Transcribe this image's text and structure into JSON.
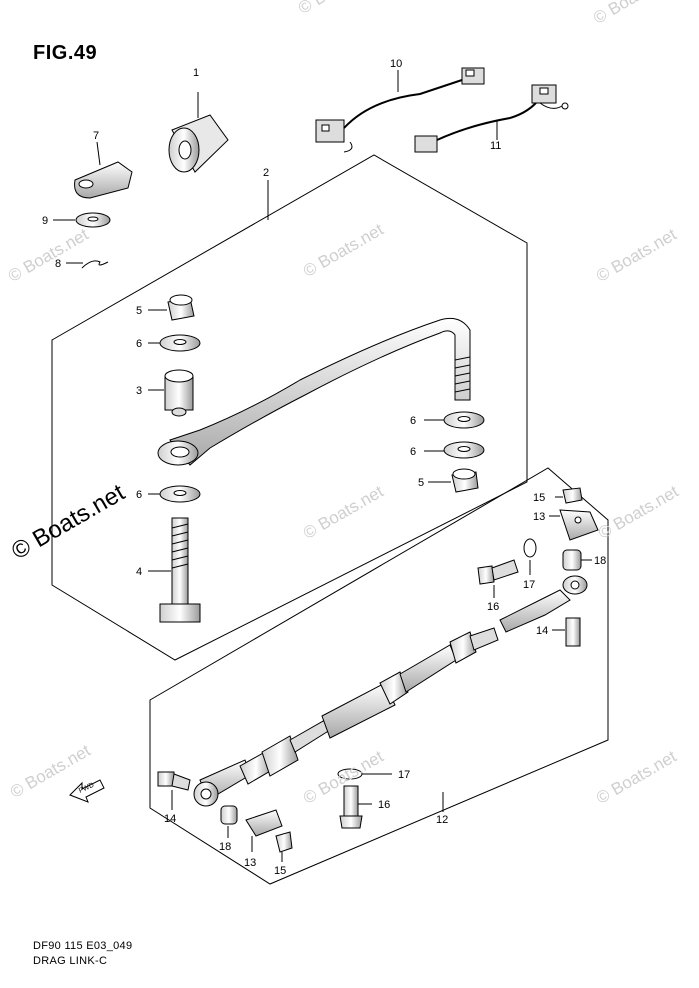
{
  "figure": {
    "title": "FIG.49",
    "code": "DF90 115 E03_049",
    "caption": "DRAG LINK-C"
  },
  "watermark": {
    "text": "© Boats.net",
    "prominent_text": "© Boats.net"
  },
  "arrow_label": "FWD",
  "part_numbers": {
    "p1": "1",
    "p2": "2",
    "p3": "3",
    "p4": "4",
    "p5a": "5",
    "p5b": "5",
    "p6a": "6",
    "p6b": "6",
    "p6c": "6",
    "p6d": "6",
    "p7": "7",
    "p8": "8",
    "p9": "9",
    "p10": "10",
    "p11": "11",
    "p12": "12",
    "p13a": "13",
    "p13b": "13",
    "p14a": "14",
    "p14b": "14",
    "p15a": "15",
    "p15b": "15",
    "p16a": "16",
    "p16b": "16",
    "p17a": "17",
    "p17b": "17",
    "p18a": "18",
    "p18b": "18"
  }
}
